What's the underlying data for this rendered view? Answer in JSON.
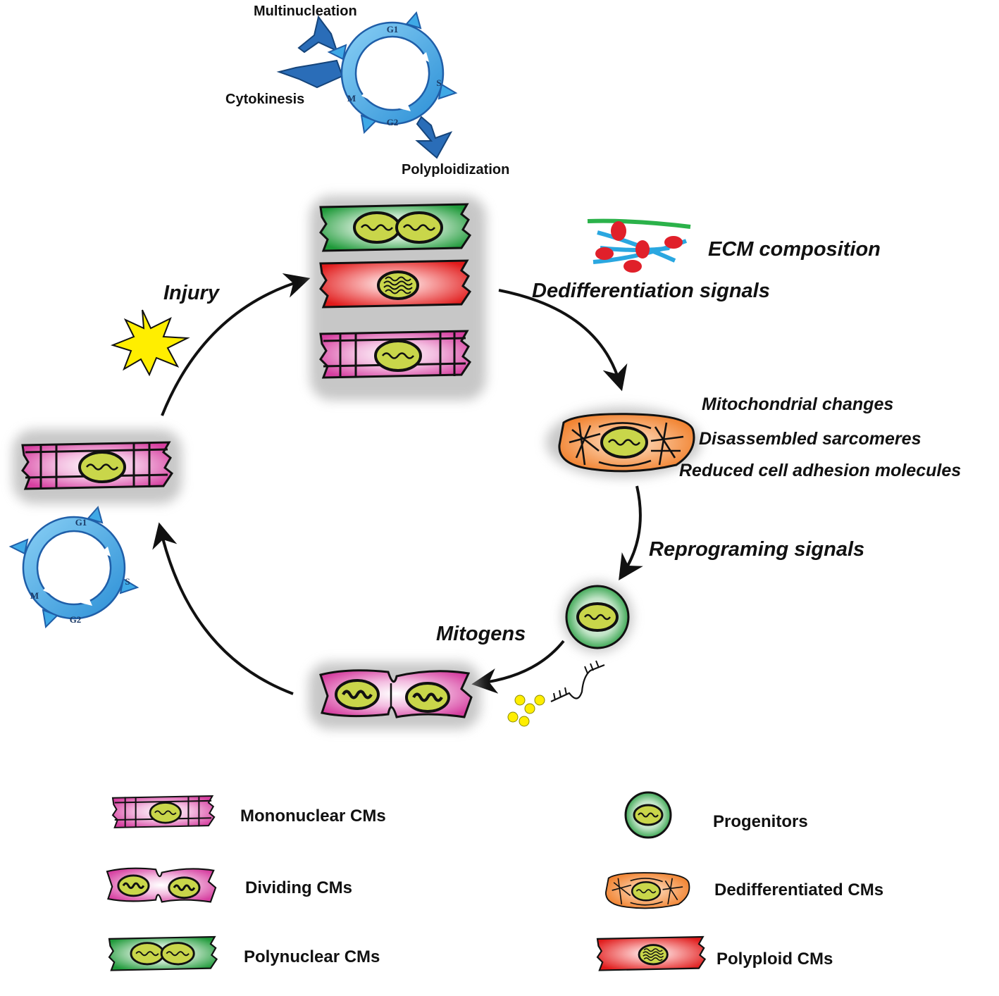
{
  "cell_cycle": {
    "phases": [
      "G1",
      "S",
      "G2",
      "M"
    ],
    "exits": {
      "multinucleation": "Multinucleation",
      "cytokinesis": "Cytokinesis",
      "polyploidization": "Polyploidization"
    }
  },
  "labels": {
    "injury": "Injury",
    "ecm": "ECM composition",
    "dediff_signals": "Dedifferentiation signals",
    "mito_changes": "Mitochondrial changes",
    "disassembled": "Disassembled sarcomeres",
    "reduced_adhesion": "Reduced cell adhesion molecules",
    "reprog_signals": "Reprograming signals",
    "mitogens": "Mitogens"
  },
  "legend": {
    "mononuclear": "Mononuclear CMs",
    "dividing": "Dividing CMs",
    "polynuclear": "Polynuclear CMs",
    "progenitors": "Progenitors",
    "dedifferentiated": "Dedifferentiated CMs",
    "polyploid": "Polyploid CMs"
  },
  "colors": {
    "cycle_ring": "#3fa9e6",
    "cycle_arrow": "#1f5ea8",
    "polynuclear": "#1f9a3a",
    "polyploid": "#e01b1b",
    "mononuclear": "#d63fa0",
    "dedifferentiated": "#f07a22",
    "nucleus": "#c9d64a",
    "injury_star": "#ffee00",
    "ecm_green": "#2bb24a",
    "ecm_blue": "#2aa7e0",
    "ecm_red": "#e0202a",
    "mitogen_dot": "#ffee00"
  }
}
